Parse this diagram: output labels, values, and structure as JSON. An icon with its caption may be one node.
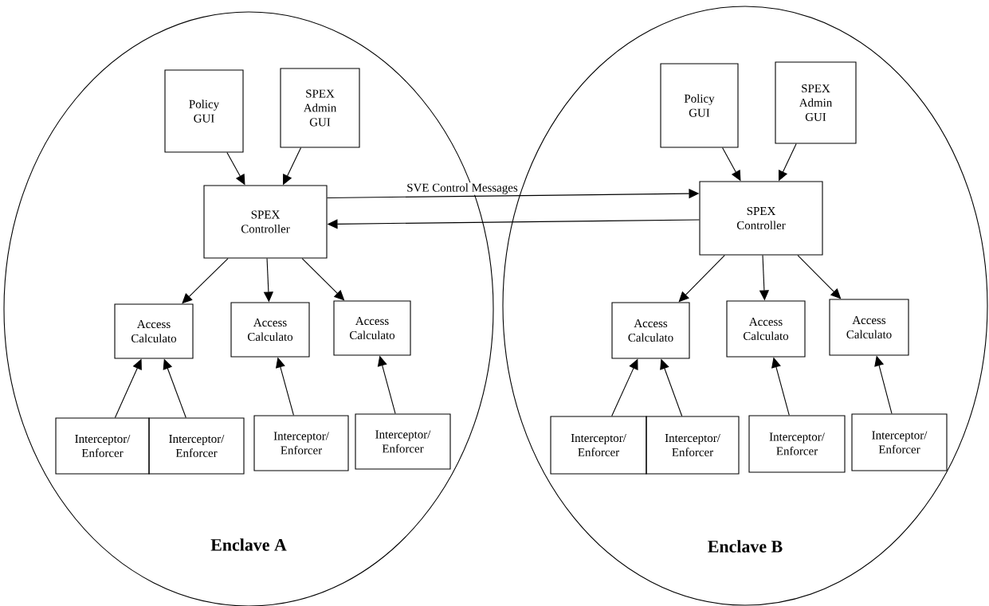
{
  "diagram": {
    "nodes": [
      {
        "text": [
          "Enclave A"
        ]
      },
      {
        "text": [
          "Policy GUI"
        ],
        "in": 0
      },
      {
        "text": [
          "SPEX Admin GUI"
        ],
        "in": 0
      },
      {
        "text": [
          "SPEX Controller"
        ],
        "in": 0
      },
      {
        "text": [
          "Access Calculato"
        ],
        "in": 0
      },
      {
        "text": [
          "Access Calculato"
        ],
        "in": 0
      },
      {
        "text": [
          "Access Calculato"
        ],
        "in": 0
      },
      {
        "text": [
          "Interceptor/ Enforcer"
        ],
        "in": 0
      },
      {
        "text": [
          "Interceptor/ Enforcer"
        ],
        "in": 0
      },
      {
        "text": [
          "Interceptor/ Enforcer"
        ],
        "in": 0
      },
      {
        "text": [
          "Interceptor/ Enforcer"
        ],
        "in": 0
      },
      {
        "text": [
          "Enclave B"
        ]
      },
      {
        "text": [
          "Policy GUI"
        ],
        "in": 11
      },
      {
        "text": [
          "SPEX Admin GUI"
        ],
        "in": 11
      },
      {
        "text": [
          "SPEX Controller"
        ],
        "in": 11
      },
      {
        "text": [
          "Access Calculato"
        ],
        "in": 11
      },
      {
        "text": [
          "Access Calculato"
        ],
        "in": 11
      },
      {
        "text": [
          "Access Calculato"
        ],
        "in": 11
      },
      {
        "text": [
          "Interceptor/ Enforcer"
        ],
        "in": 11
      },
      {
        "text": [
          "Interceptor/ Enforcer"
        ],
        "in": 11
      },
      {
        "text": [
          "Interceptor/ Enforcer"
        ],
        "in": 11
      },
      {
        "text": [
          "Interceptor/ Enforcer"
        ],
        "in": 11
      }
    ],
    "edges": [
      {
        "from": 1,
        "to": 3,
        "arrow": "to"
      },
      {
        "from": 2,
        "to": 3,
        "arrow": "to"
      },
      {
        "from": 3,
        "to": 4,
        "arrow": "to"
      },
      {
        "from": 3,
        "to": 5,
        "arrow": "to"
      },
      {
        "from": 3,
        "to": 6,
        "arrow": "to"
      },
      {
        "from": 7,
        "to": 4,
        "arrow": "to"
      },
      {
        "from": 8,
        "to": 4,
        "arrow": "to"
      },
      {
        "from": 9,
        "to": 5,
        "arrow": "to"
      },
      {
        "from": 10,
        "to": 6,
        "arrow": "to"
      },
      {
        "from": 12,
        "to": 14,
        "arrow": "to"
      },
      {
        "from": 13,
        "to": 14,
        "arrow": "to"
      },
      {
        "from": 14,
        "to": 15,
        "arrow": "to"
      },
      {
        "from": 14,
        "to": 16,
        "arrow": "to"
      },
      {
        "from": 14,
        "to": 17,
        "arrow": "to"
      },
      {
        "from": 18,
        "to": 15,
        "arrow": "to"
      },
      {
        "from": 19,
        "to": 15,
        "arrow": "to"
      },
      {
        "from": 20,
        "to": 16,
        "arrow": "to"
      },
      {
        "from": 21,
        "to": 17,
        "arrow": "to"
      },
      {
        "from": 3,
        "to": 14,
        "arrow": "to",
        "label": "SVE Control Messages"
      },
      {
        "from": 14,
        "to": 3,
        "arrow": "to"
      }
    ]
  }
}
